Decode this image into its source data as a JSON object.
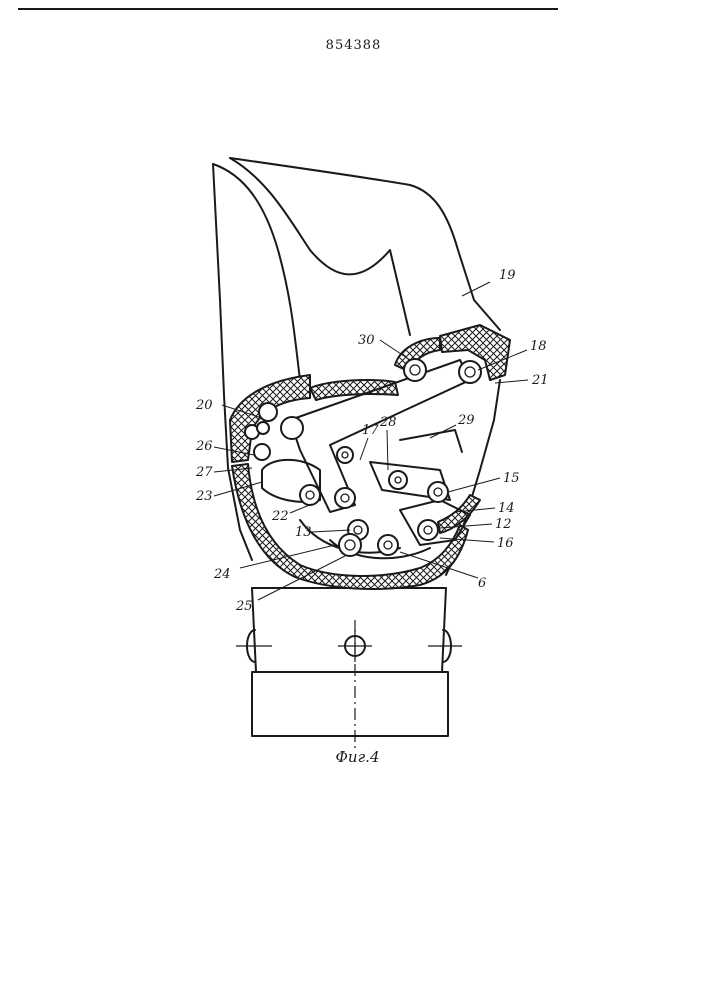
{
  "document": {
    "number": "854388",
    "caption": "Фиг.4"
  },
  "labels": [
    {
      "id": "label-6",
      "text": "6"
    },
    {
      "id": "label-12",
      "text": "12"
    },
    {
      "id": "label-13",
      "text": "13"
    },
    {
      "id": "label-14",
      "text": "14"
    },
    {
      "id": "label-15",
      "text": "15"
    },
    {
      "id": "label-16",
      "text": "16"
    },
    {
      "id": "label-17",
      "text": "17"
    },
    {
      "id": "label-18",
      "text": "18"
    },
    {
      "id": "label-19",
      "text": "19"
    },
    {
      "id": "label-20",
      "text": "20"
    },
    {
      "id": "label-21",
      "text": "21"
    },
    {
      "id": "label-22",
      "text": "22"
    },
    {
      "id": "label-23",
      "text": "23"
    },
    {
      "id": "label-24",
      "text": "24"
    },
    {
      "id": "label-25",
      "text": "25"
    },
    {
      "id": "label-26",
      "text": "26"
    },
    {
      "id": "label-27",
      "text": "27"
    },
    {
      "id": "label-28",
      "text": "28"
    },
    {
      "id": "label-29",
      "text": "29"
    },
    {
      "id": "label-30",
      "text": "30"
    }
  ]
}
